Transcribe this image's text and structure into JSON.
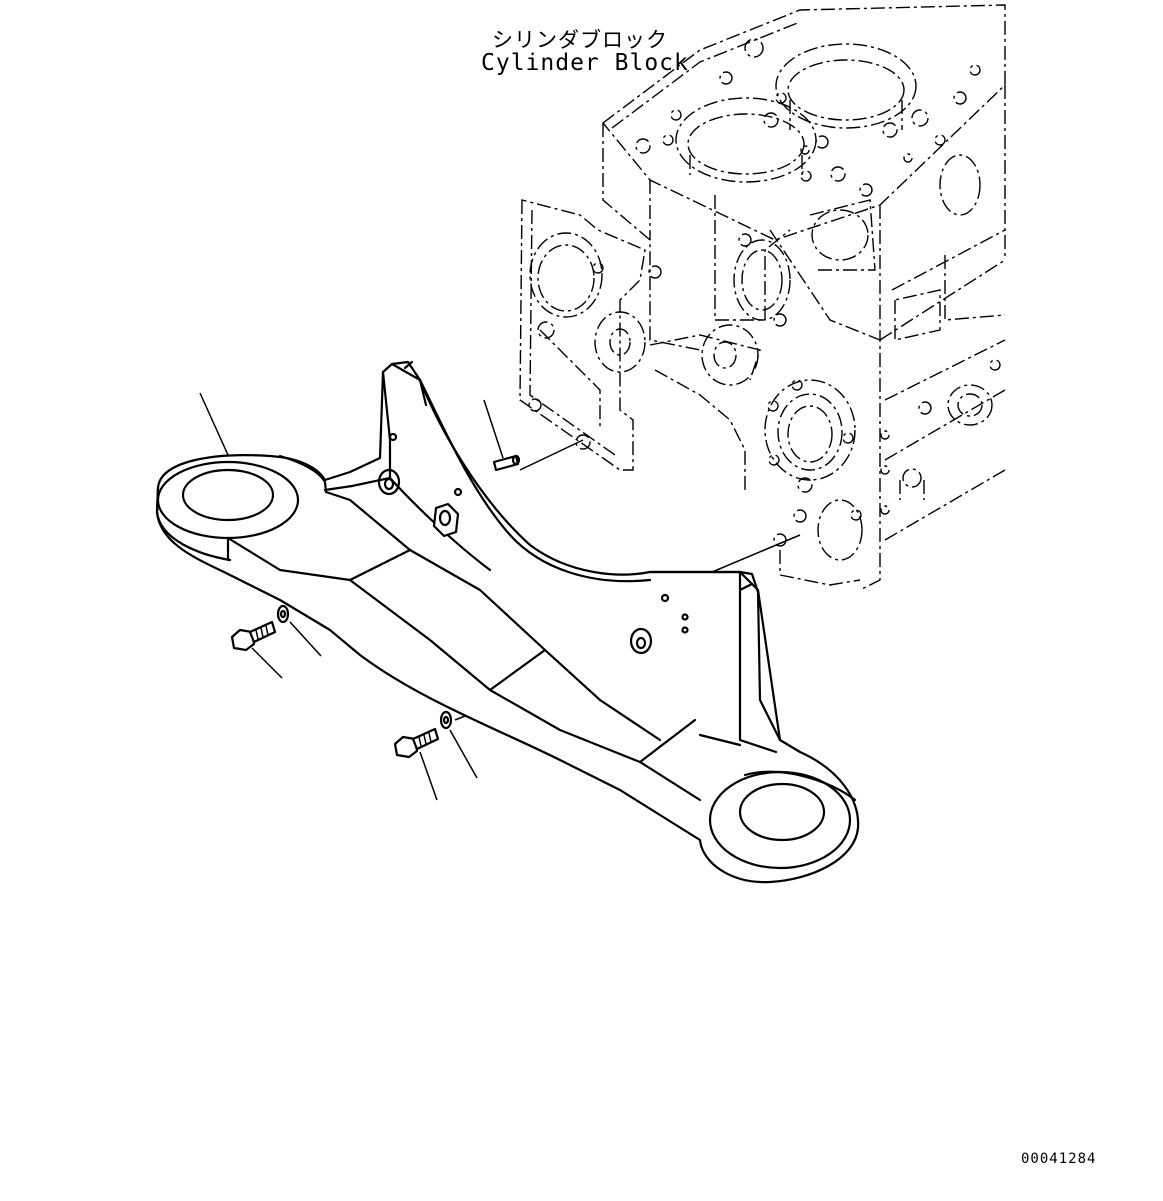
{
  "labels": {
    "block_jp": "シリンダブロック",
    "block_en": "Cylinder Block",
    "drawing_no": "00041284"
  },
  "parts": {
    "cylinder_block": "cylinder-block",
    "bracket": "engine-mount-bracket",
    "dowel_pin": "dowel-pin",
    "bolt_1": "bolt",
    "washer_1": "washer",
    "bolt_2": "bolt",
    "washer_2": "washer"
  }
}
